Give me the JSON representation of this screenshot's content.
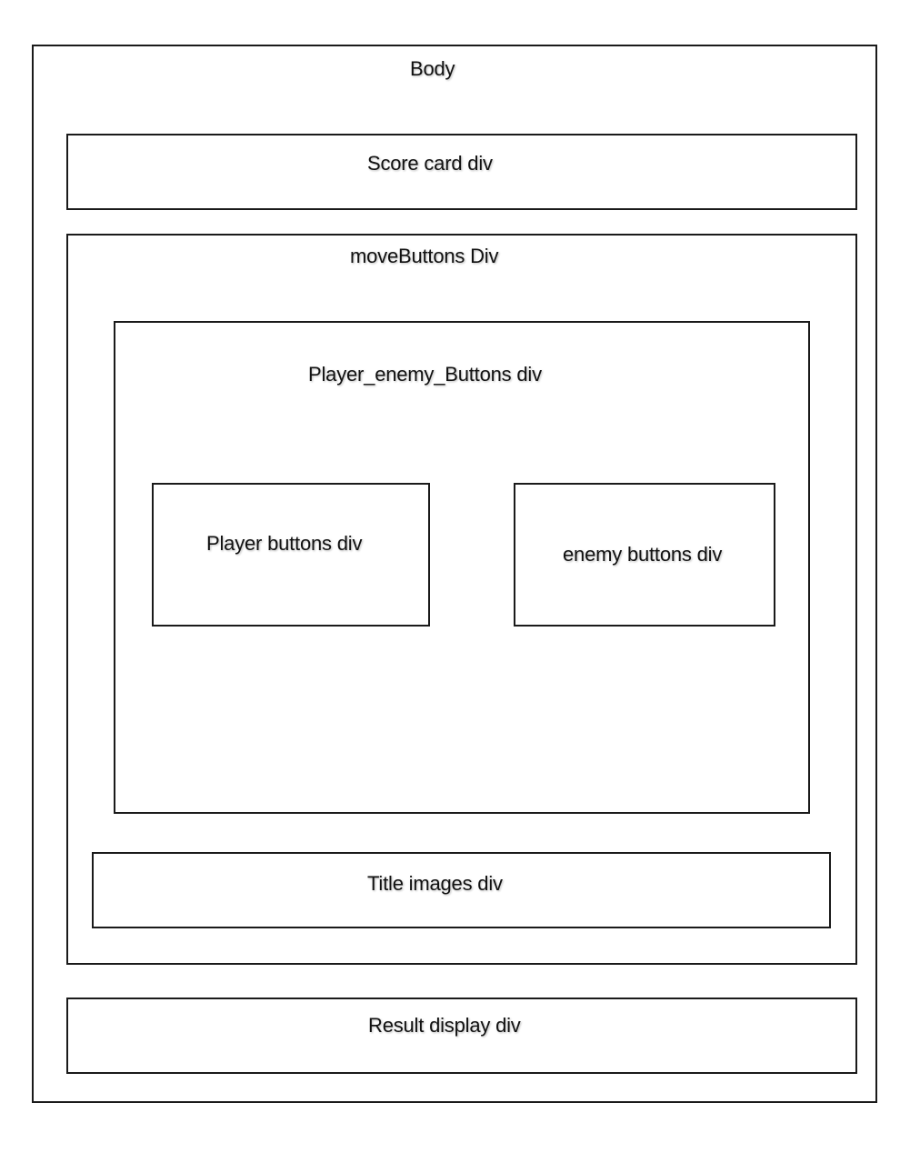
{
  "diagram": {
    "body": {
      "label": "Body"
    },
    "score_card": {
      "label": "Score card div"
    },
    "move_buttons": {
      "label": "moveButtons Div"
    },
    "player_enemy_buttons": {
      "label": "Player_enemy_Buttons div"
    },
    "player_buttons": {
      "label": "Player buttons div"
    },
    "enemy_buttons": {
      "label": "enemy buttons div"
    },
    "title_images": {
      "label": "Title images div"
    },
    "result_display": {
      "label": "Result display div"
    }
  }
}
